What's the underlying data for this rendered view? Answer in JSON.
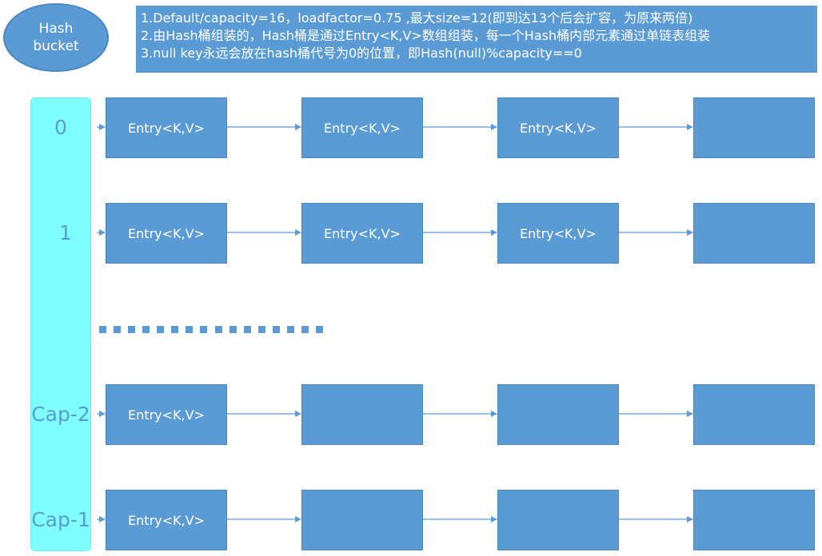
{
  "hash_bucket_title": "Hash\nbucket",
  "notes": [
    "1.Default/capacity=16，loadfactor=0.75  ,最大size=12(即到达13个后会扩容，为原来两倍)",
    "2.由Hash桶组装的，Hash桶是通过Entry<K,V>数组组装，每一个Hash桶内部元素通过单链表组装",
    "3.null key永远会放在hash桶代号为0的位置，即Hash(null)%capacity==0"
  ],
  "rows": [
    {
      "bucket": "0",
      "entries": [
        "Entry<K,V>",
        "Entry<K,V>",
        "Entry<K,V>",
        ""
      ]
    },
    {
      "bucket": "1",
      "entries": [
        "Entry<K,V>",
        "Entry<K,V>",
        "Entry<K,V>",
        ""
      ]
    },
    {
      "bucket": "Cap-2",
      "entries": [
        "Entry<K,V>",
        "",
        "",
        ""
      ]
    },
    {
      "bucket": "Cap-1",
      "entries": [
        "Entry<K,V>",
        "",
        "",
        ""
      ]
    }
  ],
  "colors": {
    "node_fill": "#5b9bd5",
    "bucket_fill": "#7fffff",
    "label_color": "#5b9bd5"
  }
}
